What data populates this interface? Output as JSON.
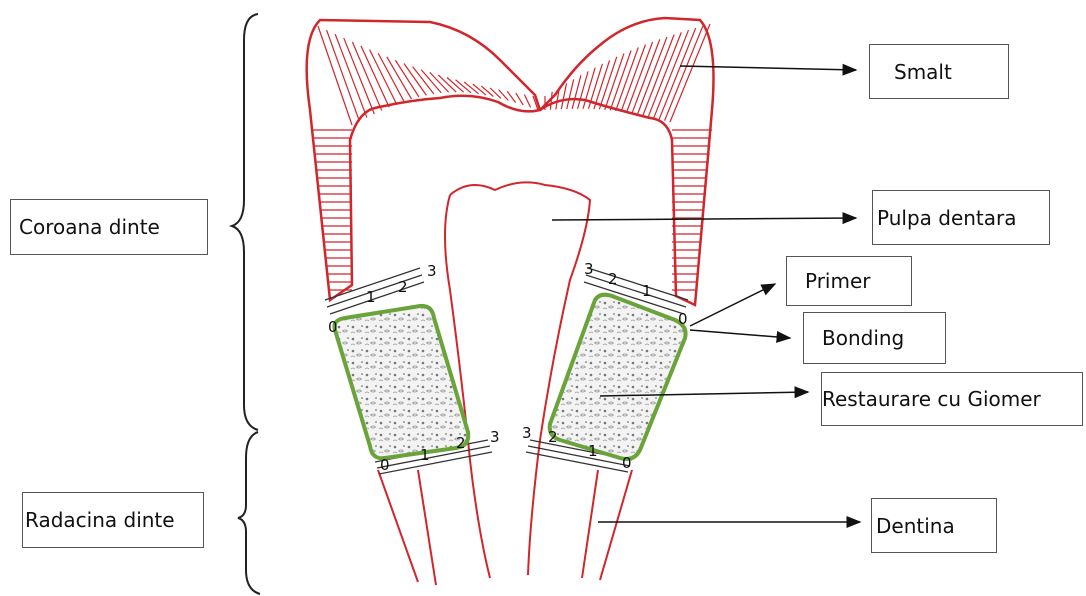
{
  "labels": {
    "coroana": "Coroana dinte",
    "radacina": "Radacina dinte",
    "smalt": "Smalt",
    "pulpa": "Pulpa dentara",
    "primer": "Primer",
    "bonding": "Bonding",
    "restaurare": "Restaurare cu Giomer",
    "dentina": "Dentina"
  },
  "layer_marks": {
    "left_upper": [
      "0",
      "1",
      "2",
      "3"
    ],
    "left_lower": [
      "0",
      "1",
      "2",
      "3"
    ],
    "right_upper": [
      "0",
      "1",
      "2",
      "3"
    ],
    "right_lower": [
      "0",
      "1",
      "2",
      "3"
    ]
  },
  "colors": {
    "tooth_outline": "#d0262c",
    "restoration_border": "#6aa33a",
    "filling": "#e9e9e9",
    "arrow": "#111111"
  }
}
